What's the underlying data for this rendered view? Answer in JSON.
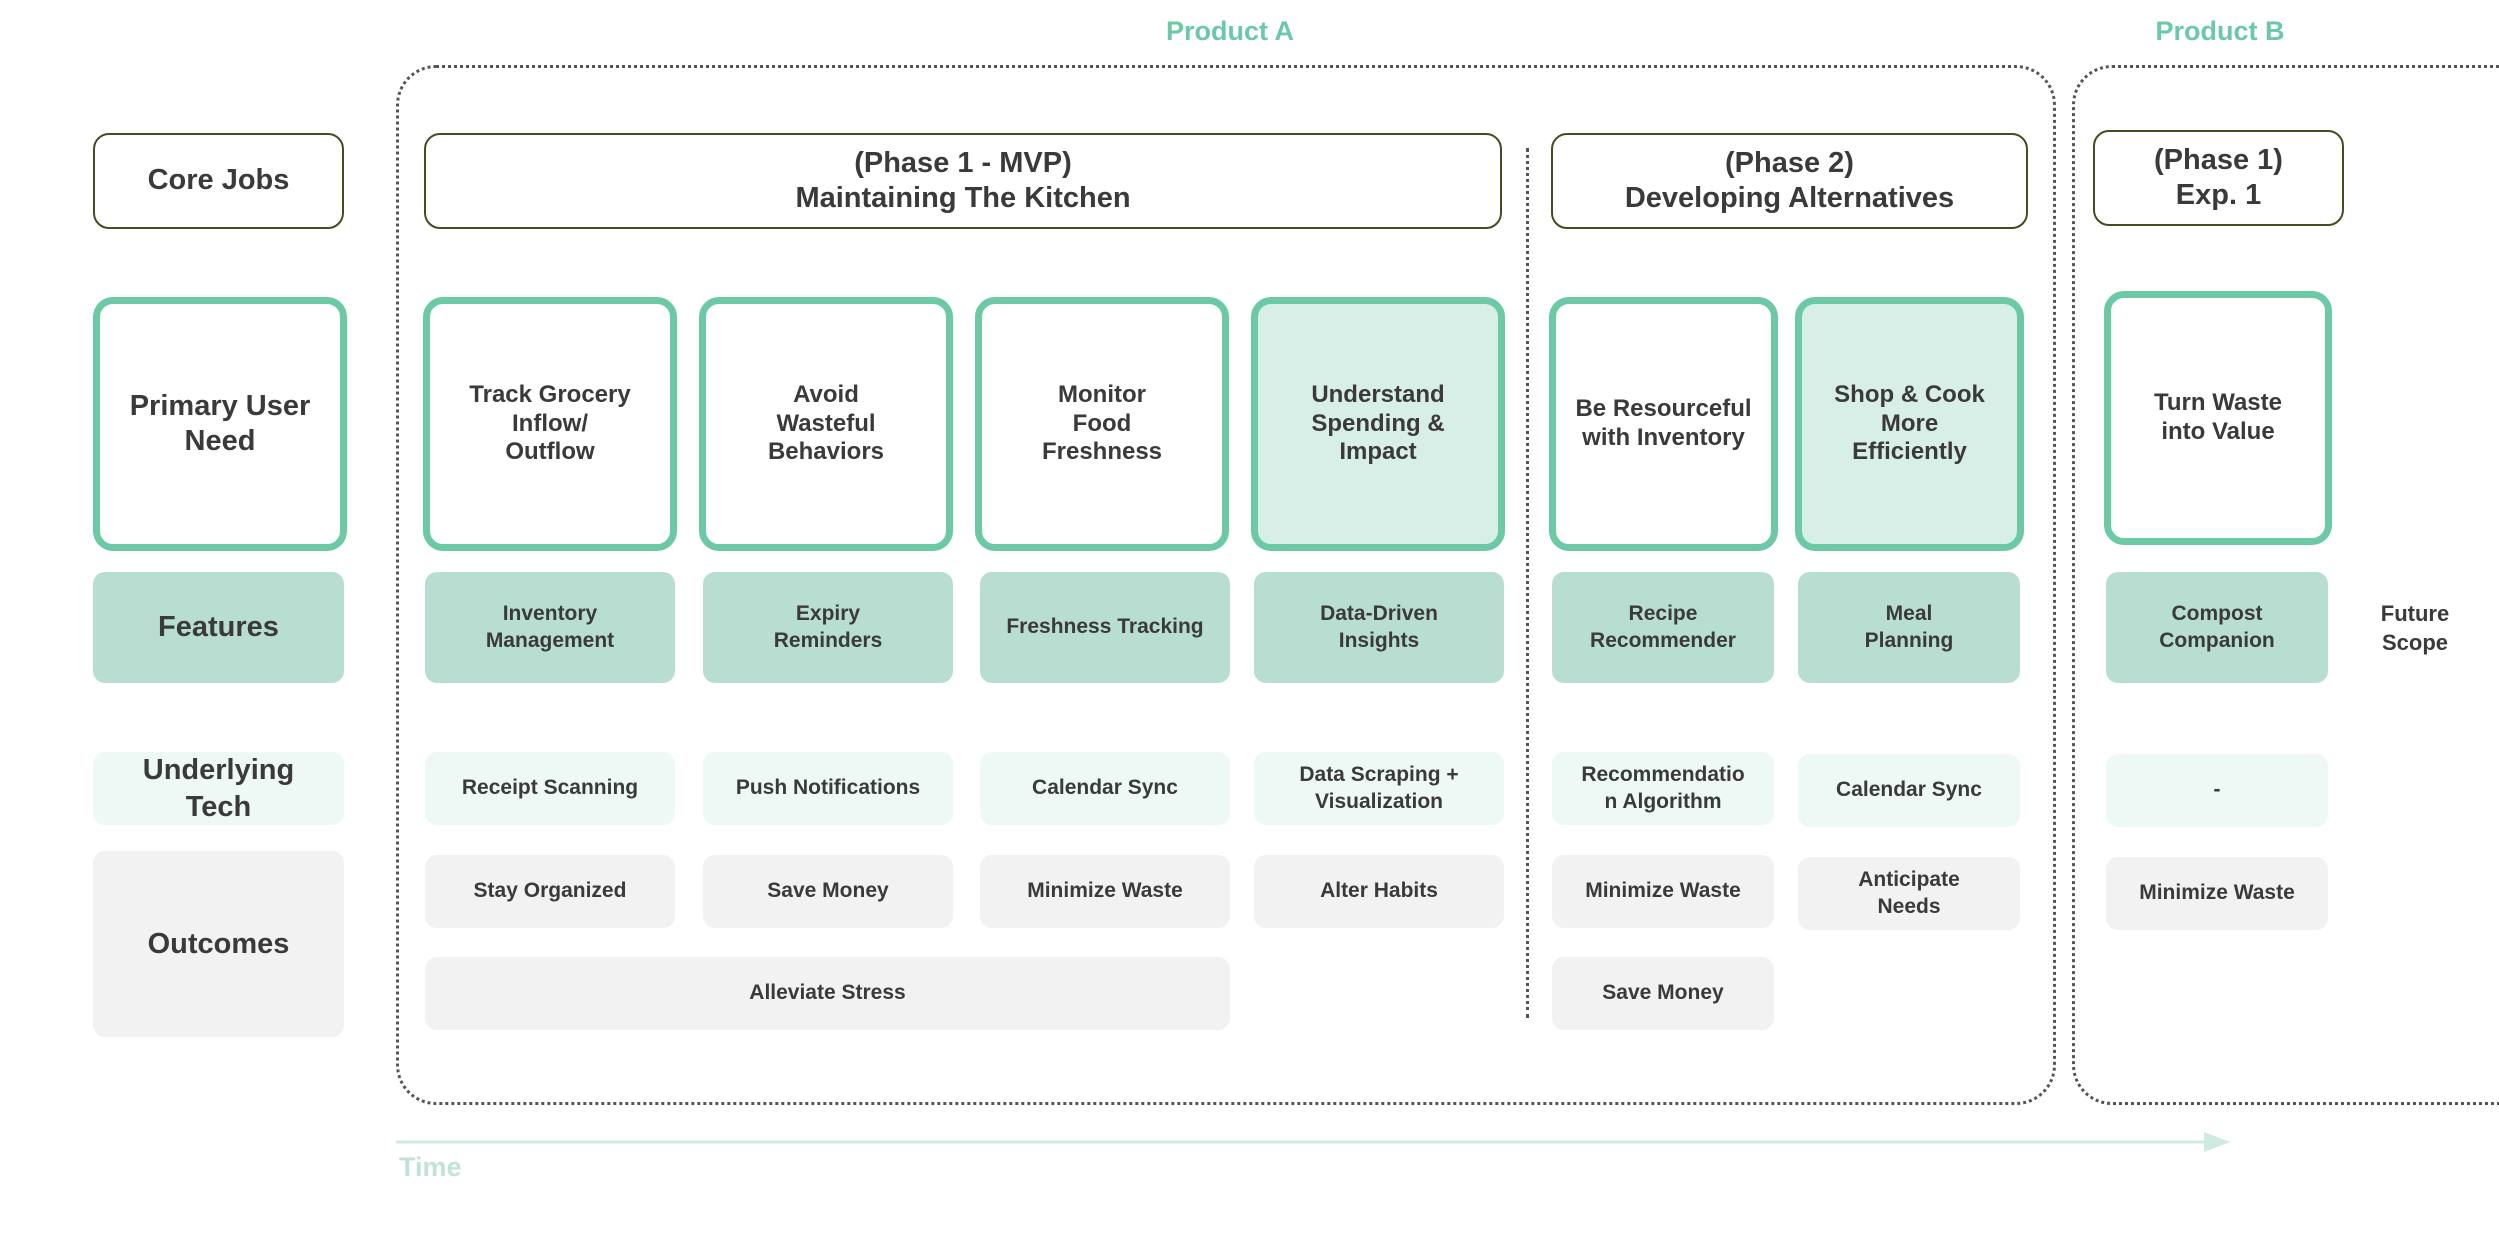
{
  "products": {
    "a": "Product A",
    "b": "Product B"
  },
  "row_labels": {
    "core_jobs": "Core Jobs",
    "primary_need": "Primary User\nNeed",
    "features": "Features",
    "tech": "Underlying\nTech",
    "outcomes": "Outcomes"
  },
  "phases": {
    "p1": "(Phase 1 - MVP)\nMaintaining The Kitchen",
    "p2": "(Phase 2)\nDeveloping Alternatives",
    "b1": "(Phase 1)\nExp. 1"
  },
  "needs": [
    "Track Grocery\nInflow/\nOutflow",
    "Avoid\nWasteful\nBehaviors",
    "Monitor\nFood\nFreshness",
    "Understand\nSpending &\nImpact",
    "Be Resourceful\nwith Inventory",
    "Shop & Cook\nMore\nEfficiently",
    "Turn Waste\ninto Value"
  ],
  "features": [
    "Inventory\nManagement",
    "Expiry\nReminders",
    "Freshness Tracking",
    "Data-Driven\nInsights",
    "Recipe\nRecommender",
    "Meal\nPlanning",
    "Compost\nCompanion"
  ],
  "tech": [
    "Receipt Scanning",
    "Push Notifications",
    "Calendar Sync",
    "Data Scraping +\nVisualization",
    "Recommendatio\nn Algorithm",
    "Calendar Sync",
    "-"
  ],
  "outcomes": [
    "Stay Organized",
    "Save Money",
    "Minimize Waste",
    "Alter Habits",
    "Minimize Waste",
    "Anticipate\nNeeds",
    "Minimize Waste"
  ],
  "outcomes_extra": {
    "alleviate": "Alleviate Stress",
    "save_money_p2": "Save Money"
  },
  "future_scope": "Future\nScope",
  "time_label": "Time",
  "colors": {
    "accent": "#6cc9a6",
    "feature_fill": "#b8ded2",
    "tech_fill": "#eef9f6",
    "outcome_fill": "#f2f2f2",
    "tinted_need": "#d7efe6",
    "phase_border": "#4a4a22"
  }
}
